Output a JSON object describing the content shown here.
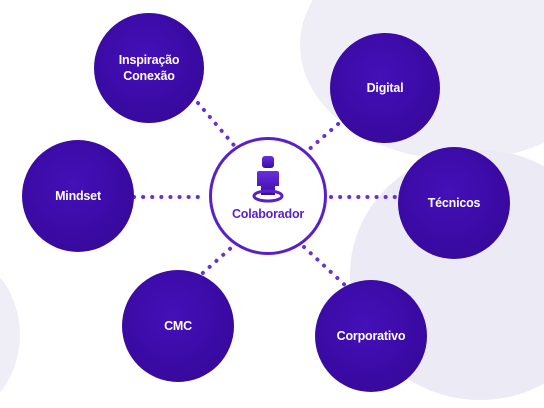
{
  "colors": {
    "node_fill": "#3a0ca3",
    "dots": "#6a2fd6",
    "center_border": "#5a20c8",
    "center_label": "#5a1fd0",
    "background_shapes": "#ecebf6"
  },
  "center": {
    "label": "Colaborador",
    "icon": "person-on-target-icon"
  },
  "nodes": {
    "inspiracao": {
      "line1": "Inspiração",
      "line2": "Conexão"
    },
    "digital": {
      "label": "Digital"
    },
    "mindset": {
      "label": "Mindset"
    },
    "tecnicos": {
      "label": "Técnicos"
    },
    "cmc": {
      "label": "CMC"
    },
    "corporativo": {
      "label": "Corporativo"
    }
  }
}
